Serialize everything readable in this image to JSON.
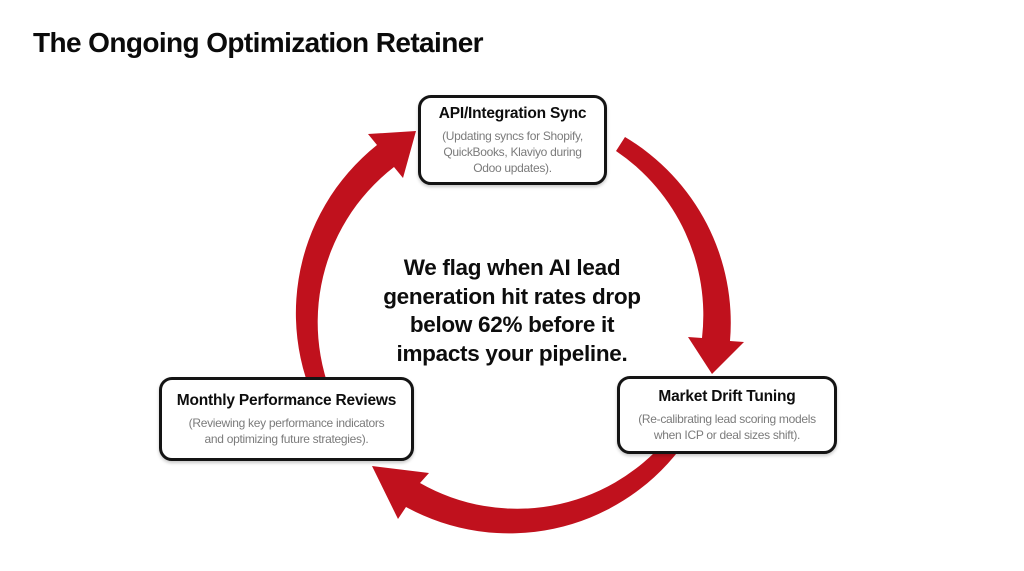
{
  "page": {
    "title": "The Ongoing Optimization Retainer",
    "background": "#ffffff"
  },
  "colors": {
    "arrow_red": "#c0111d",
    "box_border": "#141414",
    "title_black": "#0b0b0b",
    "subtitle_gray": "#7b7b7b"
  },
  "center_callout": {
    "lines": [
      "We flag when AI lead",
      "generation hit rates drop",
      "below 62% before it",
      "impacts your pipeline."
    ]
  },
  "cycle": {
    "nodes": [
      {
        "id": "api-integration-sync",
        "title": "API/Integration Sync",
        "subtitle_lines": [
          "(Updating syncs for Shopify,",
          "QuickBooks, Klaviyo during",
          "Odoo updates)."
        ]
      },
      {
        "id": "market-drift-tuning",
        "title": "Market Drift Tuning",
        "subtitle_lines": [
          "(Re-calibrating lead scoring models",
          "when ICP or deal sizes shift)."
        ]
      },
      {
        "id": "monthly-performance-reviews",
        "title": "Monthly Performance Reviews",
        "subtitle_lines": [
          "(Reviewing key performance indicators",
          "and optimizing future strategies)."
        ]
      }
    ],
    "arrows": [
      {
        "name": "api-to-market"
      },
      {
        "name": "market-to-monthly"
      },
      {
        "name": "monthly-to-api"
      }
    ]
  }
}
